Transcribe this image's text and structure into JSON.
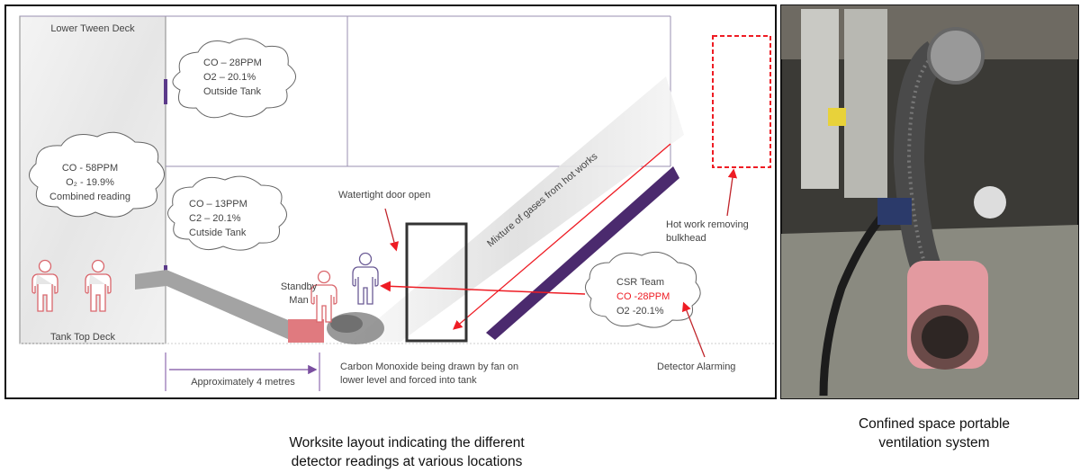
{
  "diagram": {
    "labels": {
      "lower_tween_deck": "Lower Tween Deck",
      "tank_top_deck": "Tank Top Deck",
      "watertight_door": "Watertight door open",
      "gas_mixture": "Mixture of gases from hot works",
      "hot_work": [
        "Hot work removing",
        "bulkhead"
      ],
      "standby_man": [
        "Standby",
        "Man"
      ],
      "distance": "Approximately 4 metres",
      "co_drawn": [
        "Carbon Monoxide being drawn by fan on",
        "lower level and forced into tank"
      ],
      "detector_alarming": "Detector Alarming"
    },
    "readings": {
      "upper_outside": [
        "CO – 28PPM",
        "O2 – 20.1%",
        "Outside Tank"
      ],
      "combined": [
        "CO - 58PPM",
        "O₂ - 19.9%",
        "Combined reading"
      ],
      "lower_outside": [
        "CO – 13PPM",
        "C2 – 20.1%",
        "Cutside Tank"
      ],
      "csr_team": [
        "CSR Team",
        "CO -28PPM",
        "O2 -20.1%"
      ]
    },
    "colors": {
      "alarm": "#ee1c24",
      "bulkhead": "#4b2a6e",
      "fan": "#e07a7f"
    }
  },
  "captions": {
    "left": [
      "Worksite layout indicating the different",
      "detector readings at various locations"
    ],
    "right": [
      "Confined space portable",
      "ventilation system"
    ]
  }
}
